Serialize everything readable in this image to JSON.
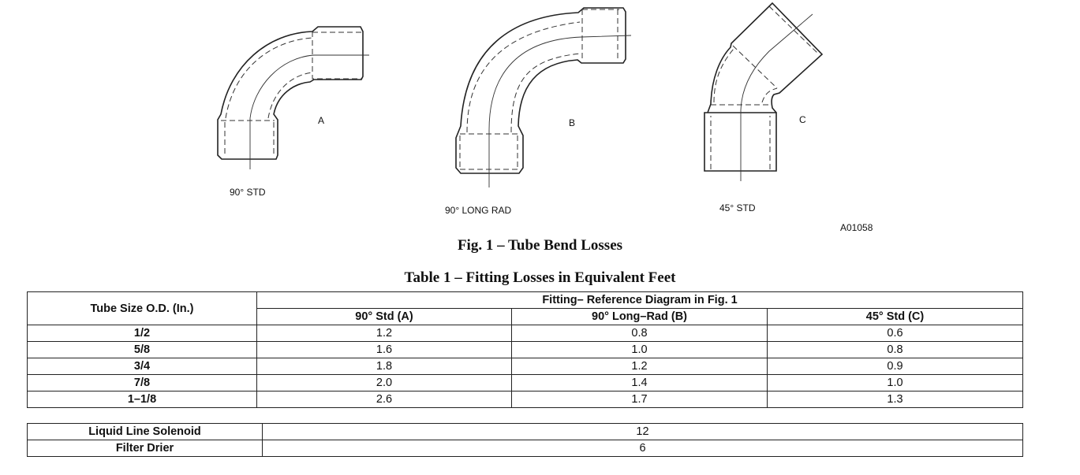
{
  "figure": {
    "labels": {
      "a": "A",
      "b": "B",
      "c": "C"
    },
    "names": {
      "a": "90° STD",
      "b": "90° LONG RAD",
      "c": "45° STD"
    },
    "code": "A01058",
    "caption": "Fig. 1 – Tube Bend Losses"
  },
  "table1": {
    "title": "Table 1 – Fitting Losses in Equivalent Feet",
    "col0_header": "Tube Size O.D. (In.)",
    "group_header": "Fitting– Reference Diagram in Fig. 1",
    "sub_headers": [
      "90° Std (A)",
      "90° Long–Rad (B)",
      "45° Std (C)"
    ],
    "rows": [
      [
        "1/2",
        "1.2",
        "0.8",
        "0.6"
      ],
      [
        "5/8",
        "1.6",
        "1.0",
        "0.8"
      ],
      [
        "3/4",
        "1.8",
        "1.2",
        "0.9"
      ],
      [
        "7/8",
        "2.0",
        "1.4",
        "1.0"
      ],
      [
        "1–1/8",
        "2.6",
        "1.7",
        "1.3"
      ]
    ]
  },
  "table2": {
    "rows": [
      [
        "Liquid Line Solenoid",
        "12"
      ],
      [
        "Filter Drier",
        "6"
      ]
    ]
  }
}
